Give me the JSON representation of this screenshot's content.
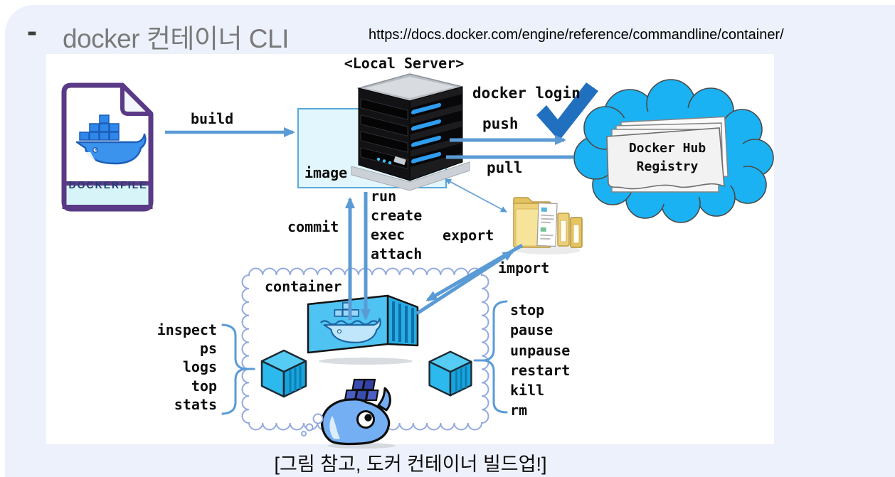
{
  "slide": {
    "bullet": "-",
    "title": "docker 컨테이너 CLI",
    "url": "https://docs.docker.com/engine/reference/commandline/container/",
    "caption": "[그림 참고, 도커 컨테이너 빌드업!]"
  },
  "diagram": {
    "dockerfile_label": "DOCKERFILE",
    "server_label": "<Local Server>",
    "image_label": "image",
    "container_label": "container",
    "registry_lines": [
      "Docker Hub",
      "Registry"
    ],
    "commands": {
      "build": "build",
      "docker_login": "docker login",
      "push": "push",
      "pull": "pull",
      "commit": "commit",
      "to_container": [
        "run",
        "create",
        "exec",
        "attach"
      ],
      "export": "export",
      "import": "import",
      "inspect_group": [
        "inspect",
        "ps",
        "logs",
        "top",
        "stats"
      ],
      "manage_group": [
        "stop",
        "pause",
        "unpause",
        "restart",
        "kill",
        "rm"
      ]
    },
    "colors": {
      "arrow_blue": "#5b9bd5",
      "cloud_blue": "#1ab2f2",
      "check_blue": "#2170c0",
      "dockerfile_purple": "#5a3a86",
      "container_blue": "#4fc3f2",
      "folder_yellow": "#edd179",
      "panel_bg": "#edf1fb",
      "image_box_bg": "#e2f6fd"
    }
  }
}
